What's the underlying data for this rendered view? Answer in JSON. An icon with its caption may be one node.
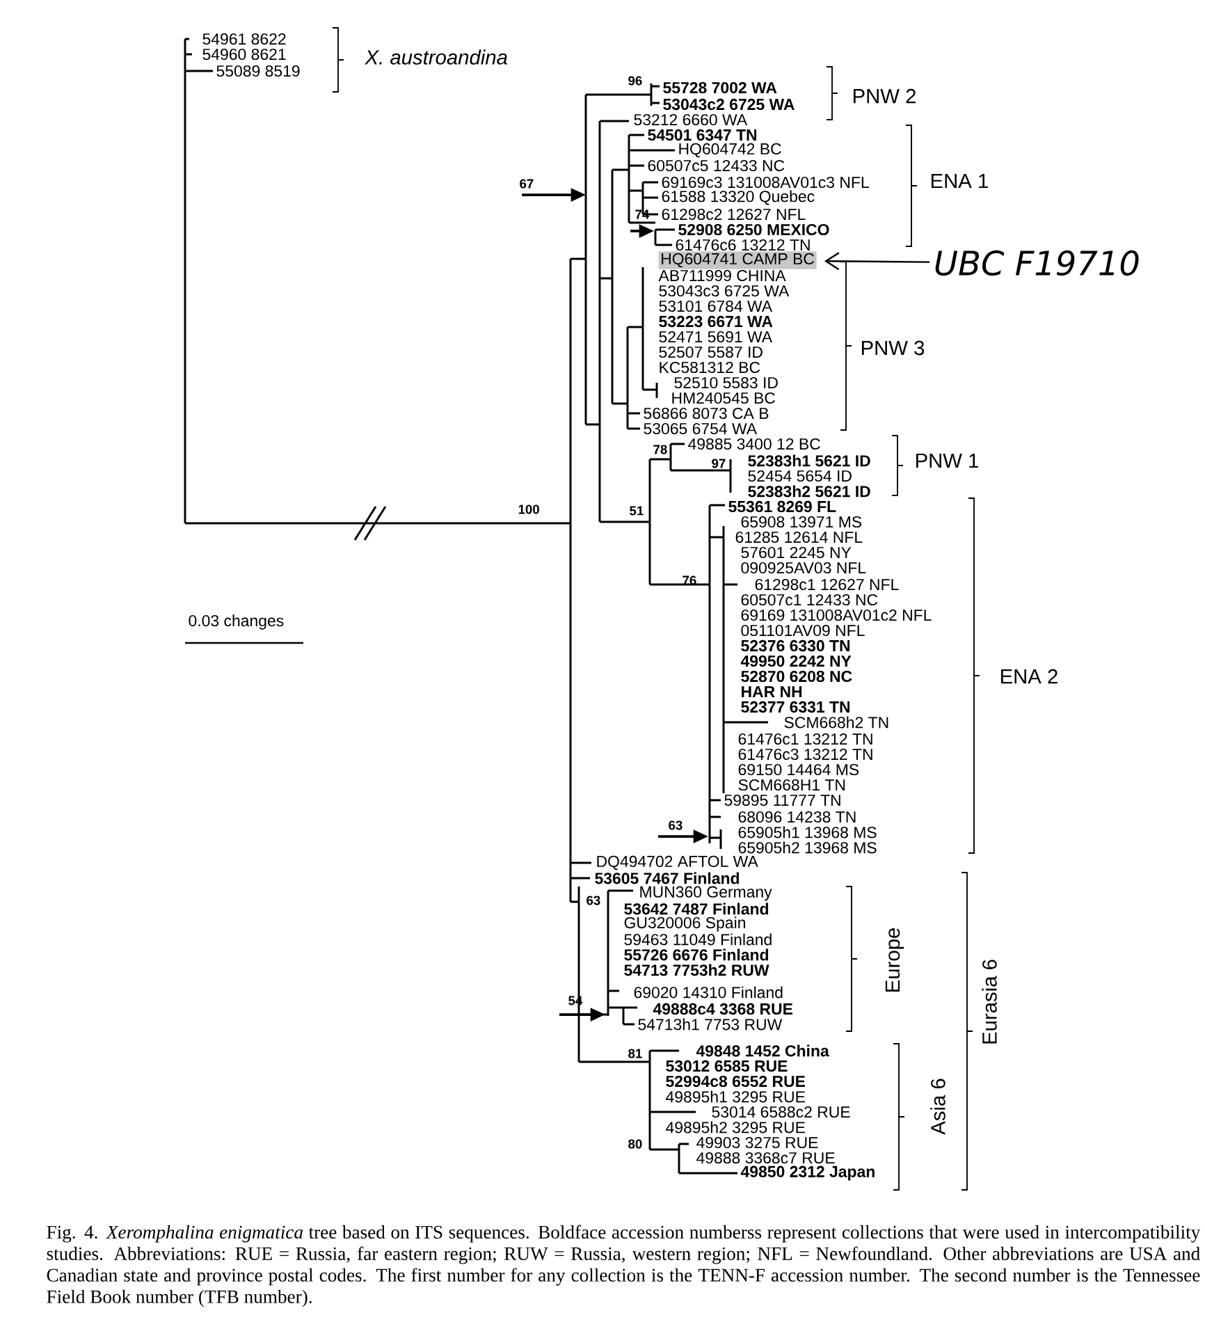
{
  "diagram": {
    "caption": "Fig. 4. *Xeromphalina enigmatica* tree based on ITS sequences. Boldface accession numberss represent collections that were used in intercompatibility studies. Abbreviations: RUE = Russia, far eastern region; RUW = Russia, western region; NFL = Newfoundland. Other abbreviations are USA and Canadian state and province postal codes. The first number for any collection is the TENN-F accession number. The second number is the Tennessee Field Book number (TFB number).",
    "nodes": [
      {
        "text": [
          "HQ604741 CAMP BC"
        ]
      },
      {
        "text": [
          "UBC F19710"
        ]
      }
    ],
    "edges": [
      {
        "from": 1,
        "to": 0,
        "arrow": "to"
      }
    ],
    "labels": [
      "54961 8622",
      "54960 8621",
      "55089 8519",
      "X. austroandina",
      "96",
      "55728 7002 WA",
      "PNW 2",
      "53043c2 6725 WA",
      "53212 6660 WA",
      "54501 6347 TN",
      "HQ604742 BC",
      "60507c5 12433 NC",
      "ENA 1",
      "67",
      "69169c3 131008AV01c3 NFL",
      "61588 13320 Quebec",
      "74",
      "61298c2 12627 NFL",
      "52908 6250 MEXICO",
      "61476c6 13212 TN",
      "AB711999 CHINA",
      "53043c3 6725 WA",
      "53101 6784 WA",
      "53223 6671 WA",
      "52471 5691 WA",
      "52507 5587 ID",
      "PNW 3",
      "KC581312 BC",
      "52510 5583 ID",
      "HM240545 BC",
      "56866 8073 CA B",
      "53065 6754 WA",
      "49885 3400 12 BC",
      "78",
      "97",
      "52383h1 5621 ID",
      "PNW 1",
      "52454 5654 ID",
      "52383h2 5621 ID",
      "100",
      "51",
      "55361 8269 FL",
      "65908 13971 MS",
      "61285 12614 NFL",
      "57601 2245 NY",
      "090925AV03 NFL",
      "76",
      "61298c1 12627 NFL",
      "60507c1 12433 NC",
      "69169 131008AV01c2 NFL",
      "0.03 changes",
      "051101AV09 NFL",
      "52376 6330 TN",
      "49950 2242 NY",
      "52870 6208 NC",
      "ENA 2",
      "HAR NH",
      "52377 6331 TN",
      "SCM668h2 TN",
      "61476c1 13212 TN",
      "61476c3 13212 TN",
      "69150 14464 MS",
      "SCM668H1 TN",
      "59895 11777 TN",
      "68096 14238 TN",
      "63",
      "65905h1 13968 MS",
      "65905h2 13968 MS",
      "DQ494702 AFTOL WA",
      "53605 7467 Finland",
      "MUN360 Germany",
      "63",
      "53642 7487 Finland",
      "GU320006 Spain",
      "59463 11049 Finland",
      "Europe",
      "55726 6676 Finland",
      "54713 7753h2 RUW",
      "Eurasia 6",
      "69020 14310 Finland",
      "54",
      "49888c4 3368 RUE",
      "54713h1 7753 RUW",
      "81",
      "49848 1452 China",
      "53012 6585 RUE",
      "52994c8 6552 RUE",
      "49895h1 3295 RUE",
      "Asia 6",
      "53014 6588c2 RUE",
      "49895h2 3295 RUE",
      "80",
      "49903 3275 RUE",
      "49888 3368c7 RUE",
      "49850 2312 Japan"
    ]
  }
}
